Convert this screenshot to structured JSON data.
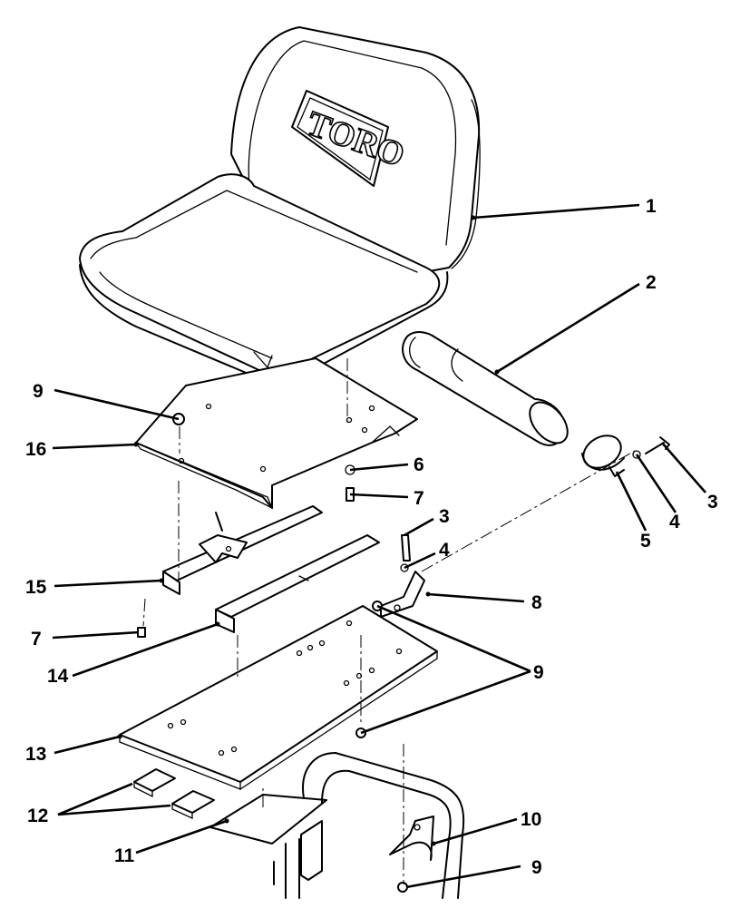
{
  "logo": {
    "text": "TORO"
  },
  "callouts": [
    {
      "id": "1",
      "label": "1"
    },
    {
      "id": "2",
      "label": "2"
    },
    {
      "id": "3a",
      "label": "3"
    },
    {
      "id": "3b",
      "label": "3"
    },
    {
      "id": "4a",
      "label": "4"
    },
    {
      "id": "4b",
      "label": "4"
    },
    {
      "id": "5",
      "label": "5"
    },
    {
      "id": "6",
      "label": "6"
    },
    {
      "id": "7a",
      "label": "7"
    },
    {
      "id": "7b",
      "label": "7"
    },
    {
      "id": "8",
      "label": "8"
    },
    {
      "id": "9a",
      "label": "9"
    },
    {
      "id": "9b",
      "label": "9"
    },
    {
      "id": "9c",
      "label": "9"
    },
    {
      "id": "10",
      "label": "10"
    },
    {
      "id": "11",
      "label": "11"
    },
    {
      "id": "12",
      "label": "12"
    },
    {
      "id": "13",
      "label": "13"
    },
    {
      "id": "14",
      "label": "14"
    },
    {
      "id": "15",
      "label": "15"
    },
    {
      "id": "16",
      "label": "16"
    }
  ]
}
